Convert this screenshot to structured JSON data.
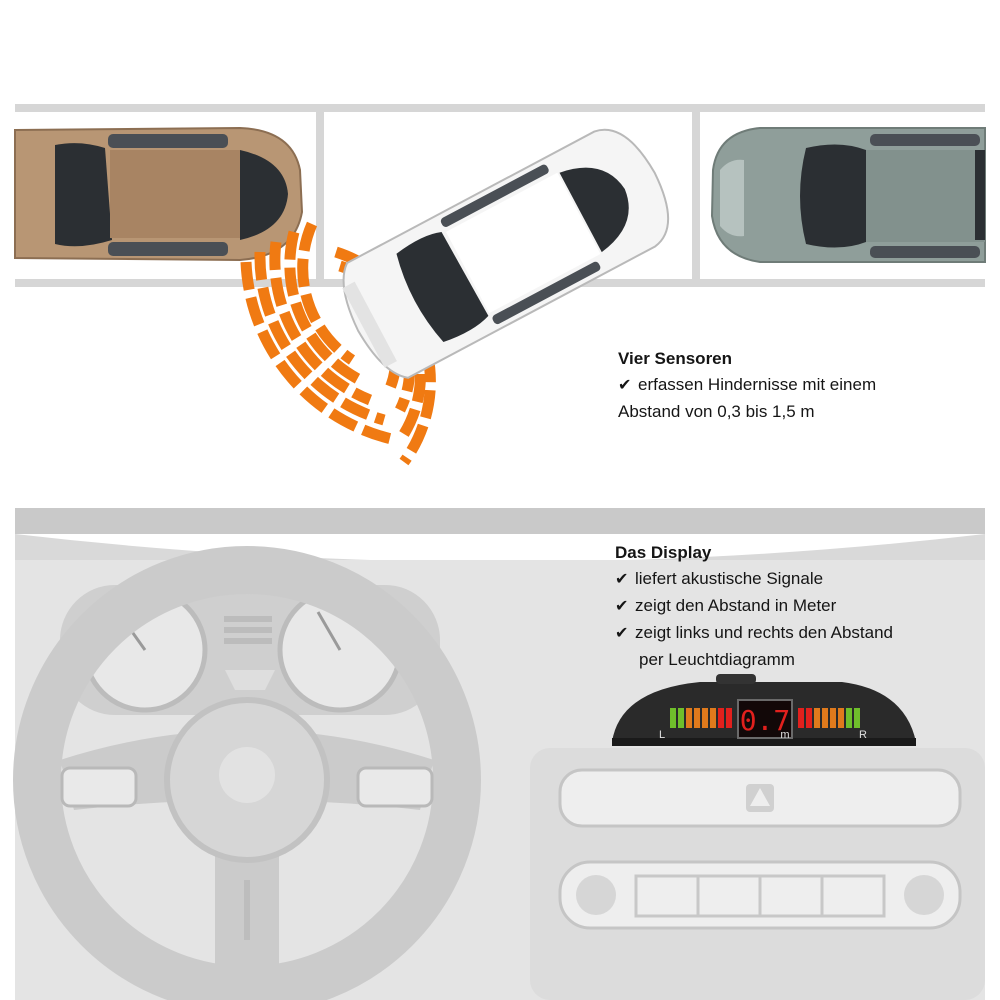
{
  "sensors": {
    "title": "Vier Sensoren",
    "check": "✔",
    "line1": "erfassen Hindernisse mit einem",
    "line2": "Abstand von 0,3 bis 1,5 m"
  },
  "display": {
    "title": "Das Display",
    "check": "✔",
    "item1": "liefert akustische Signale",
    "item2": "zeigt den Abstand in Meter",
    "item3": "zeigt links und rechts den Abstand",
    "item3b": "per Leuchtdiagramm"
  },
  "device": {
    "reading": "0.7",
    "left_label": "L",
    "unit_label": "m",
    "right_label": "R"
  },
  "colors": {
    "sensor_waves": "#f07a12",
    "led_red": "#e2201d",
    "led_green": "#6fbf2b",
    "led_orange": "#e07a1c",
    "car_brown": "#b89674",
    "car_gray": "#8f9e9a",
    "interior": "#d3d3d3"
  }
}
